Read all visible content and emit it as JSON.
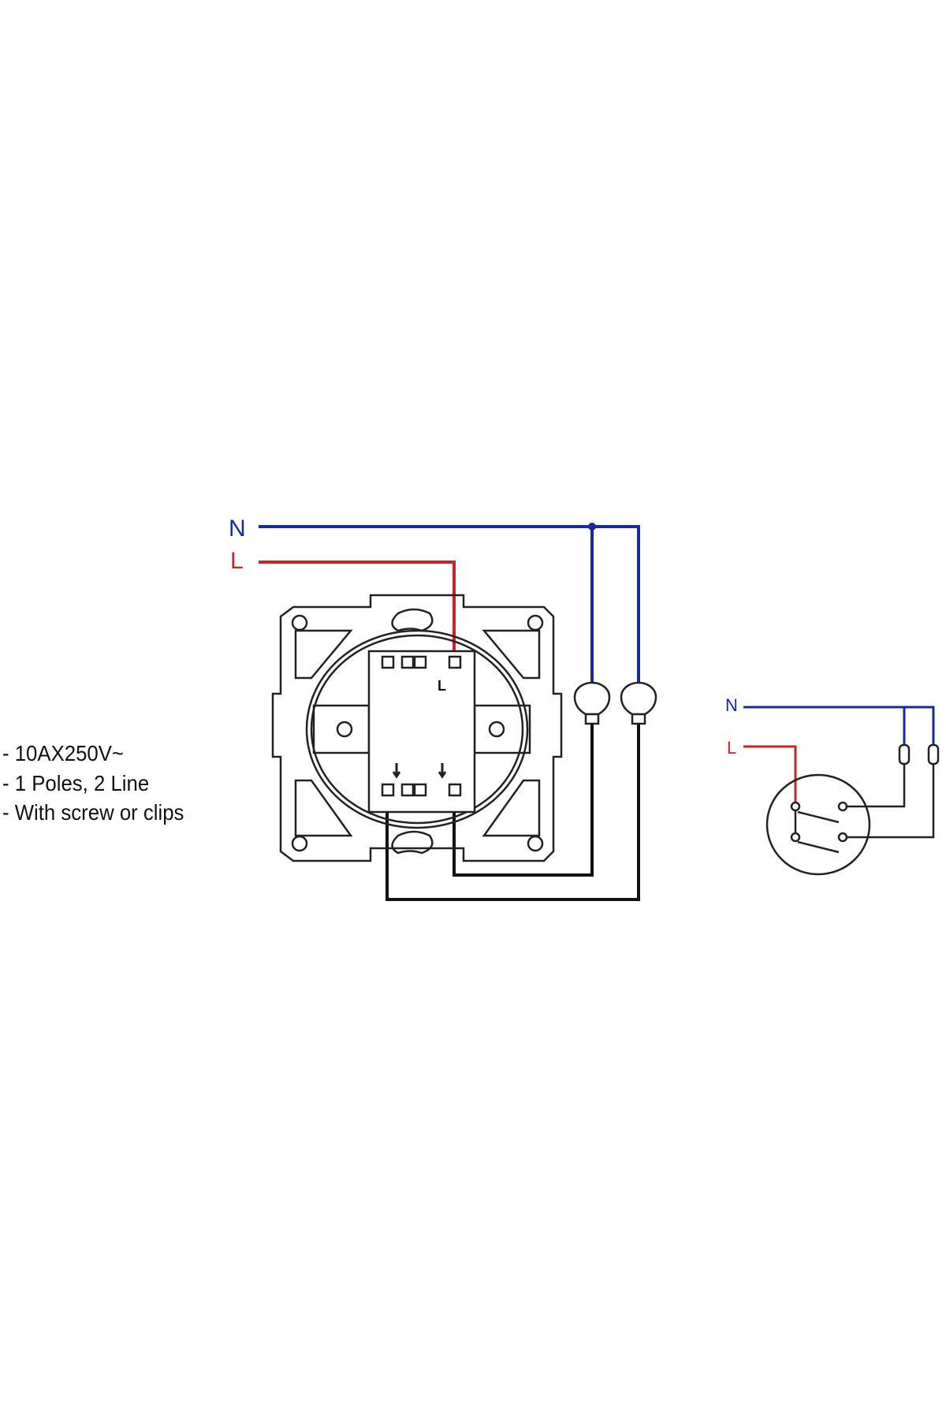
{
  "specs": [
    "- 10AX250V~",
    "- 1 Poles, 2 Line",
    "- With screw or clips"
  ],
  "main_diagram": {
    "neutral_label": "N",
    "live_label": "L",
    "terminal_label": "L"
  },
  "schematic": {
    "neutral_label": "N",
    "live_label": "L"
  },
  "colors": {
    "neutral": "#1a2a9c",
    "live": "#c0262b",
    "load": "#111111"
  }
}
